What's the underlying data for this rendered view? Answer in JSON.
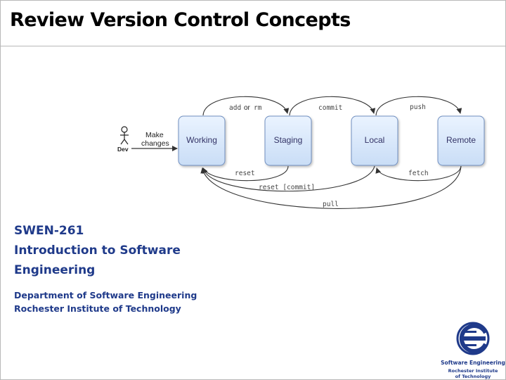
{
  "slide": {
    "title": "Review Version Control Concepts"
  },
  "diagram": {
    "actor": {
      "label": "Dev",
      "action_line1": "Make",
      "action_line2": "changes"
    },
    "boxes": [
      {
        "id": "working",
        "label": "Working"
      },
      {
        "id": "staging",
        "label": "Staging"
      },
      {
        "id": "local",
        "label": "Local"
      },
      {
        "id": "remote",
        "label": "Remote"
      }
    ],
    "edges": {
      "add_cmd": "add",
      "add_or": "or",
      "rm_cmd": "rm",
      "commit": "commit",
      "push": "push",
      "reset": "reset",
      "fetch": "fetch",
      "reset_commit": "reset [commit]",
      "pull": "pull"
    },
    "colors": {
      "box_fill_top": "#eaf3ff",
      "box_fill_bottom": "#c9ddf6",
      "box_stroke": "#6f8fc0",
      "arrow": "#333333"
    }
  },
  "course": {
    "code": "SWEN-261",
    "name_line1": "Introduction to Software",
    "name_line2": "Engineering"
  },
  "department": {
    "line1": "Department of Software Engineering",
    "line2": "Rochester Institute of Technology"
  },
  "logo": {
    "line1": "Software Engineering",
    "line2": "Rochester Institute",
    "line3": "of Technology",
    "color": "#1f3a8a"
  }
}
